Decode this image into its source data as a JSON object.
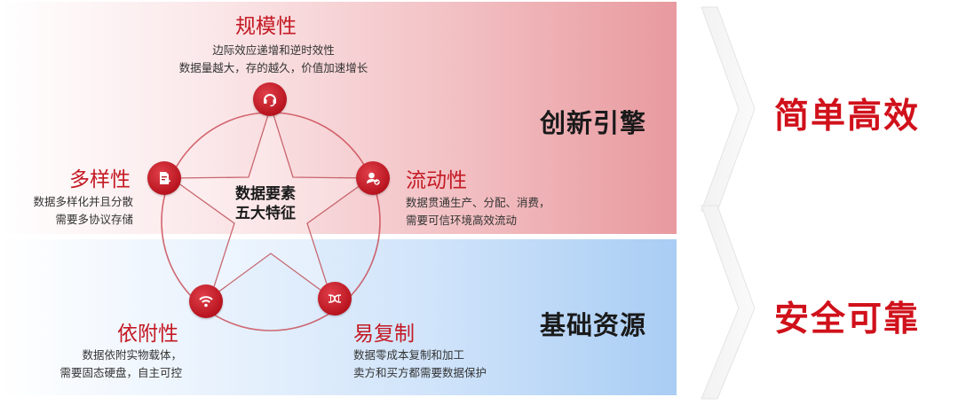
{
  "bands": {
    "top_label": "创新引擎",
    "bottom_label": "基础资源"
  },
  "outcomes": {
    "top": "简单高效",
    "bottom": "安全可靠"
  },
  "center": {
    "line1": "数据要素",
    "line2": "五大特征"
  },
  "features": {
    "scale": {
      "title": "规模性",
      "lines": [
        "边际效应递增和逆时效性",
        "数据量越大，存的越久，价值加速增长"
      ],
      "icon": "headset-icon"
    },
    "variety": {
      "title": "多样性",
      "lines": [
        "数据多样化并且分散",
        "需要多协议存储"
      ],
      "icon": "document-add-icon"
    },
    "flow": {
      "title": "流动性",
      "lines": [
        "数据贯通生产、分配、消费，",
        "需要可信环境高效流动"
      ],
      "icon": "user-check-icon"
    },
    "dependency": {
      "title": "依附性",
      "lines": [
        "数据依附实物载体，",
        "需要固态硬盘，自主可控"
      ],
      "icon": "wifi-icon"
    },
    "copy": {
      "title": "易复制",
      "lines": [
        "数据零成本复制和加工",
        "卖方和买方都需要数据保护"
      ],
      "icon": "dna-icon"
    }
  },
  "colors": {
    "accent_red": "#d0111b",
    "title_red": "#c41a24",
    "node_red": "#b8141f",
    "top_band_end": "#e89a9f",
    "bottom_band_end": "#a9cdf4"
  }
}
